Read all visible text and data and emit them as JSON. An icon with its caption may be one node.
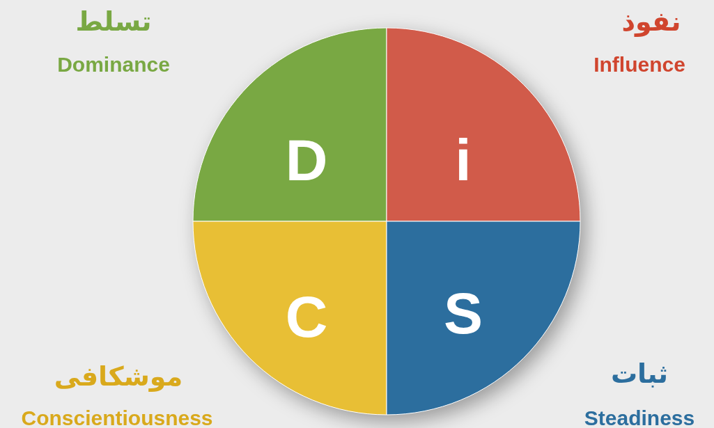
{
  "diagram": {
    "nodes": [
      {
        "text": [
          "D"
        ],
        "beside": [
          "تسلط",
          "Dominance"
        ]
      },
      {
        "text": [
          "i"
        ],
        "beside": [
          "نفوذ",
          "Influence"
        ]
      },
      {
        "text": [
          "C"
        ],
        "beside": [
          "موشکافی",
          "Conscientiousness"
        ]
      },
      {
        "text": [
          "S"
        ],
        "beside": [
          "ثبات",
          "Steadiness"
        ]
      }
    ]
  }
}
